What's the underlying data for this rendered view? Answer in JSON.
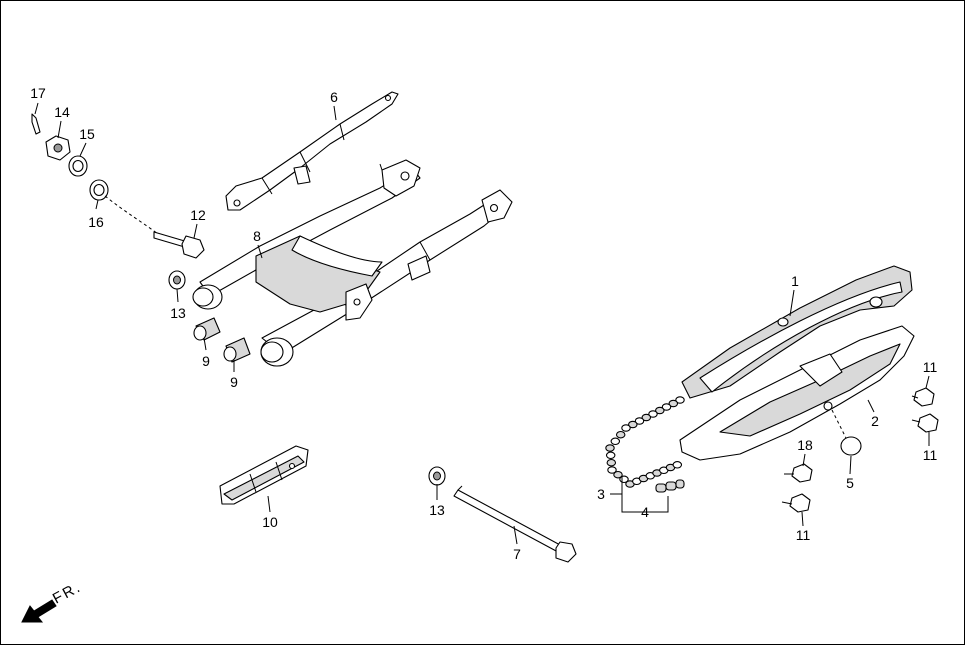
{
  "callouts": [
    {
      "id": "c1",
      "text": "1"
    },
    {
      "id": "c2",
      "text": "2"
    },
    {
      "id": "c3",
      "text": "3"
    },
    {
      "id": "c4",
      "text": "4"
    },
    {
      "id": "c5",
      "text": "5"
    },
    {
      "id": "c6",
      "text": "6"
    },
    {
      "id": "c7",
      "text": "7"
    },
    {
      "id": "c8",
      "text": "8"
    },
    {
      "id": "c9a",
      "text": "9"
    },
    {
      "id": "c9b",
      "text": "9"
    },
    {
      "id": "c10",
      "text": "10"
    },
    {
      "id": "c11a",
      "text": "11"
    },
    {
      "id": "c11b",
      "text": "11"
    },
    {
      "id": "c11c",
      "text": "11"
    },
    {
      "id": "c12",
      "text": "12"
    },
    {
      "id": "c13a",
      "text": "13"
    },
    {
      "id": "c13b",
      "text": "13"
    },
    {
      "id": "c14",
      "text": "14"
    },
    {
      "id": "c15",
      "text": "15"
    },
    {
      "id": "c16",
      "text": "16"
    },
    {
      "id": "c17",
      "text": "17"
    },
    {
      "id": "c18",
      "text": "18"
    }
  ],
  "direction_label": "FR.",
  "icons": {
    "front_arrow": "arrow-front-icon"
  }
}
